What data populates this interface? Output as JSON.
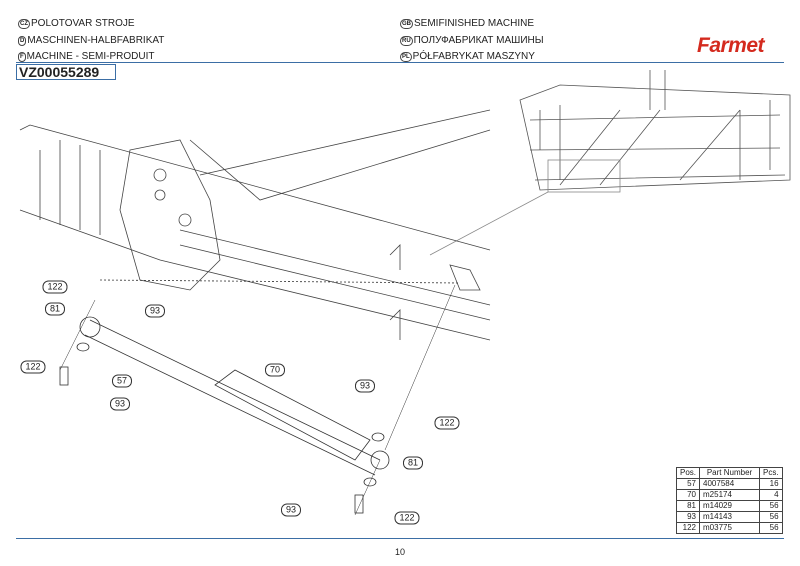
{
  "header": {
    "titles_left": [
      {
        "lang": "CZ",
        "text": "POLOTOVAR STROJE"
      },
      {
        "lang": "D",
        "text": "MASCHINEN-HALBFABRIKAT"
      },
      {
        "lang": "F",
        "text": "MACHINE - SEMI-PRODUIT"
      }
    ],
    "titles_right": [
      {
        "lang": "GB",
        "text": "SEMIFINISHED MACHINE"
      },
      {
        "lang": "RU",
        "text": "ПОЛУФАБРИКАТ МАШИНЫ"
      },
      {
        "lang": "PL",
        "text": "PÓŁFABRYKAT MASZYNY"
      }
    ],
    "code": "VZ00055289",
    "logo": "Farmet",
    "accent": "#3b6ea5",
    "logo_color": "#d42a1e"
  },
  "callouts": [
    "122",
    "93",
    "81",
    "122",
    "57",
    "93",
    "70",
    "93",
    "122",
    "81",
    "93",
    "122"
  ],
  "parts_table": {
    "headers": [
      "Pos.",
      "Part Number",
      "Pcs."
    ],
    "rows": [
      [
        "57",
        "4007584",
        "16"
      ],
      [
        "70",
        "m25174",
        "4"
      ],
      [
        "81",
        "m14029",
        "56"
      ],
      [
        "93",
        "m14143",
        "56"
      ],
      [
        "122",
        "m03775",
        "56"
      ]
    ]
  },
  "page_number": "10"
}
